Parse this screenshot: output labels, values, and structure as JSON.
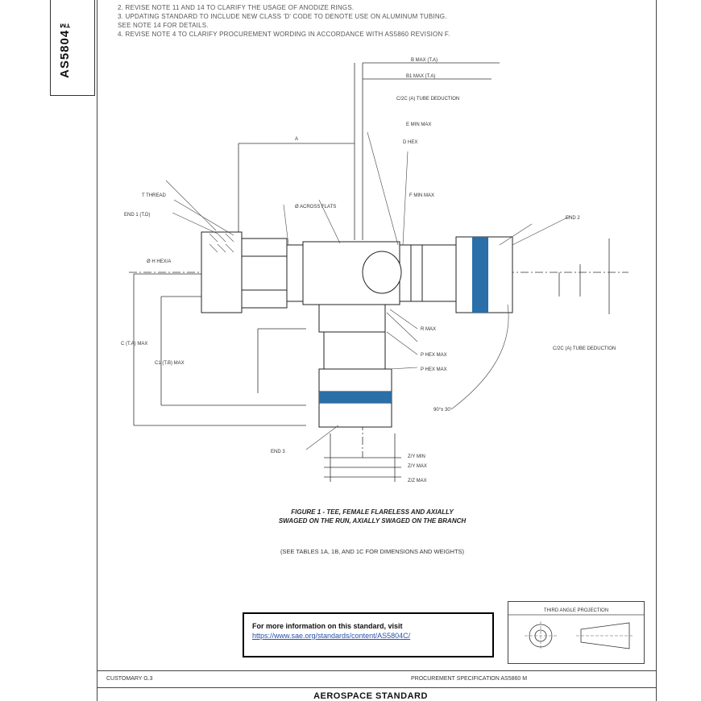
{
  "document": {
    "code": "AS5804™",
    "revision_notes": [
      "2.    REVISE NOTE 11 AND 14 TO CLARIFY THE USAGE OF ANODIZE RINGS.",
      "3.    UPDATING STANDARD TO INCLUDE NEW CLASS 'D' CODE TO DENOTE USE ON ALUMINUM TUBING.",
      "       SEE NOTE 14 FOR DETAILS.",
      "4.    REVISE NOTE 4 TO CLARIFY PROCUREMENT  WORDING IN ACCORDANCE WITH AS5860 REVISION F."
    ],
    "figure_caption_line1": "FIGURE 1 - TEE, FEMALE FLARELESS AND AXIALLY",
    "figure_caption_line2": "SWAGED ON THE RUN, AXIALLY SWAGED ON THE BRANCH",
    "figure_caption_sub": "(SEE TABLES 1A, 1B, AND 1C FOR DIMENSIONS AND WEIGHTS)",
    "info_box_title": "For more information on this standard, visit",
    "info_box_url": "https://www.sae.org/standards/content/AS5804C/",
    "projection_label": "THIRD ANGLE PROJECTION",
    "customary": "CUSTOMARY  G.3",
    "procurement": "PROCUREMENT SPECIFICATION  AS5860 M",
    "footer_title": "AEROSPACE STANDARD"
  },
  "dimensions": {
    "d_max_top": "B MAX (T.A)",
    "b1_max": "B1 MAX (T.A)",
    "cc_tube_deduction": "C/2C (A) TUBE DEDUCTION",
    "e_min_max": "E MIN MAX",
    "d_hex": "D HEX",
    "f_min_max": "F MIN MAX",
    "t_thread": "T THREAD",
    "end1": "END 1  (T.D)",
    "end2": "END 2",
    "end3": "END 3",
    "a_dim": "A",
    "h_hex_a": "Ø H HEX/A",
    "nut_flats": "Ø ACROSS FLATS",
    "c_max": "C (T.A) MAX",
    "c1_max": "C1 (T.B) MAX",
    "tube_deduction_right": "C/2C (A) TUBE DEDUCTION",
    "angle": "90°± 30'",
    "z_min": "Z/Y MIN",
    "zy_max": "Z/Y MAX",
    "zz_max": "Z/Z MAX",
    "r_max": "R MAX",
    "p_hex_max": "P HEX MAX",
    "p_hex_max2": "P HEX MAX"
  },
  "colors": {
    "anodize_band": "#2a6fa8",
    "line": "#333333",
    "url": "#2850a8"
  }
}
